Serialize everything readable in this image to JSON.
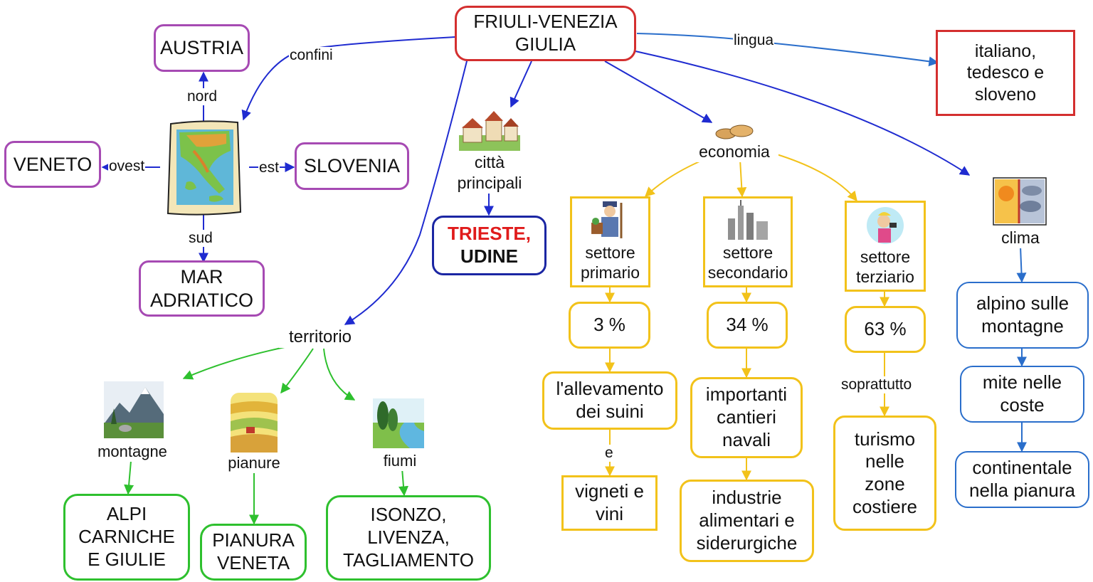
{
  "central": {
    "line1": "FRIULI-VENEZIA",
    "line2": "GIULIA"
  },
  "link_labels": {
    "confini": "confini",
    "lingua": "lingua",
    "nord": "nord",
    "ovest": "ovest",
    "est": "est",
    "sud": "sud",
    "soprattutto": "soprattutto",
    "e": "e"
  },
  "borders": {
    "austria": "AUSTRIA",
    "veneto": "VENETO",
    "slovenia": "SLOVENIA",
    "mar_line1": "MAR",
    "mar_line2": "ADRIATICO"
  },
  "language": {
    "line1": "italiano,",
    "line2": "tedesco e",
    "line3": "sloveno"
  },
  "cities": {
    "label_line1": "città",
    "label_line2": "principali",
    "city1": "TRIESTE,",
    "city2": "UDINE",
    "city1_color": "#e01b1b"
  },
  "economy": {
    "label": "economia",
    "primary": {
      "line1": "settore",
      "line2": "primario",
      "pct": "3 %",
      "a_line1": "l'allevamento",
      "a_line2": "dei suini",
      "b_line1": "vigneti e",
      "b_line2": "vini"
    },
    "secondary": {
      "line1": "settore",
      "line2": "secondario",
      "pct": "34 %",
      "a_line1": "importanti",
      "a_line2": "cantieri",
      "a_line3": "navali",
      "b_line1": "industrie",
      "b_line2": "alimentari e",
      "b_line3": "siderurgiche"
    },
    "tertiary": {
      "line1": "settore",
      "line2": "terziario",
      "pct": "63 %",
      "a_line1": "turismo",
      "a_line2": "nelle",
      "a_line3": "zone",
      "a_line4": "costiere"
    }
  },
  "climate": {
    "label": "clima",
    "c1_line1": "alpino sulle",
    "c1_line2": "montagne",
    "c2_line1": "mite nelle",
    "c2_line2": "coste",
    "c3_line1": "continentale",
    "c3_line2": "nella pianura"
  },
  "territory": {
    "label": "territorio",
    "mountains": {
      "label": "montagne",
      "line1": "ALPI",
      "line2": "CARNICHE",
      "line3": "E GIULIE"
    },
    "plains": {
      "label": "pianure",
      "line1": "PIANURA",
      "line2": "VENETA"
    },
    "rivers": {
      "label": "fiumi",
      "line1": "ISONZO,",
      "line2": "LIVENZA,",
      "line3": "TAGLIAMENTO"
    }
  },
  "colors": {
    "red": "#d42f2f",
    "purple": "#a64ab3",
    "navy": "#1b26a3",
    "yellow": "#f2c21a",
    "green": "#2ec02e",
    "blue": "#2a6ecb"
  },
  "icons": [
    "italy-map-icon",
    "village-icon",
    "coins-icon",
    "farmer-icon",
    "factory-icon",
    "tourist-icon",
    "weather-icon",
    "mountain-icon",
    "fields-icon",
    "river-icon"
  ]
}
